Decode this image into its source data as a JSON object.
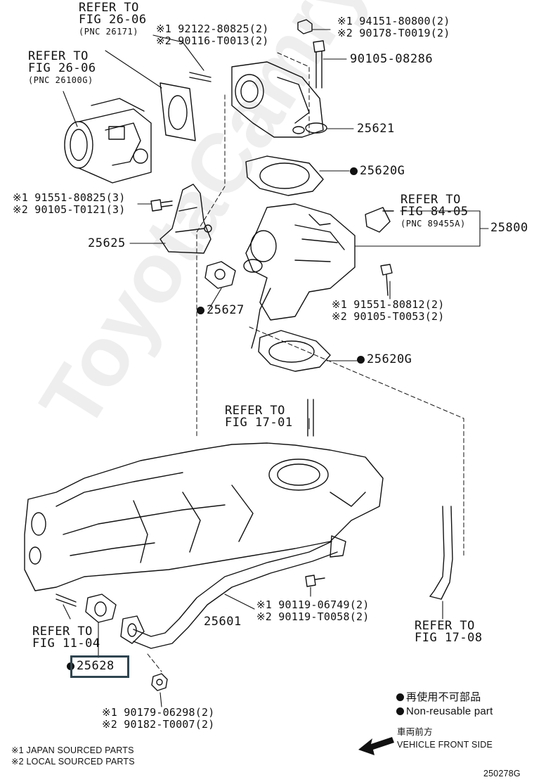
{
  "watermark": "ToyotaCamry.ru",
  "labels": {
    "refer_2606_a": [
      "REFER TO",
      "FIG 26-06",
      "(PNC 26171)"
    ],
    "refer_2606_b": [
      "REFER TO",
      "FIG 26-06",
      "(PNC 26100G)"
    ],
    "p92122": [
      "※1 92122-80825(2)",
      "※2 90116-T0013(2)"
    ],
    "p94151": [
      "※1 94151-80800(2)",
      "※2 90178-T0019(2)"
    ],
    "p90105_08286": "90105-08286",
    "p25621": "25621",
    "p25620g_top": "25620G",
    "p91551_80825": [
      "※1 91551-80825(3)",
      "※2 90105-T0121(3)"
    ],
    "p25625": "25625",
    "refer_8405": [
      "REFER TO",
      "FIG 84-05",
      "(PNC 89455A)"
    ],
    "p25800": "25800",
    "p25627": "25627",
    "p91551_80812": [
      "※1 91551-80812(2)",
      "※2 90105-T0053(2)"
    ],
    "p25620g_bot": "25620G",
    "refer_1701": [
      "REFER TO",
      "FIG 17-01"
    ],
    "p90119": [
      "※1 90119-06749(2)",
      "※2 90119-T0058(2)"
    ],
    "p25601": "25601",
    "refer_1104": [
      "REFER TO",
      "FIG 11-04"
    ],
    "p25628": "25628",
    "refer_1708": [
      "REFER TO",
      "FIG 17-08"
    ],
    "p90179": [
      "※1 90179-06298(2)",
      "※2 90182-T0007(2)"
    ]
  },
  "legend": {
    "jp": "再使用不可部品",
    "en": "Non-reusable part",
    "front_jp": "車両前方",
    "front_en": "VEHICLE FRONT SIDE"
  },
  "footnotes": [
    "※1 JAPAN SOURCED PARTS",
    "※2 LOCAL SOURCED PARTS"
  ],
  "diagram_id": "250278G"
}
